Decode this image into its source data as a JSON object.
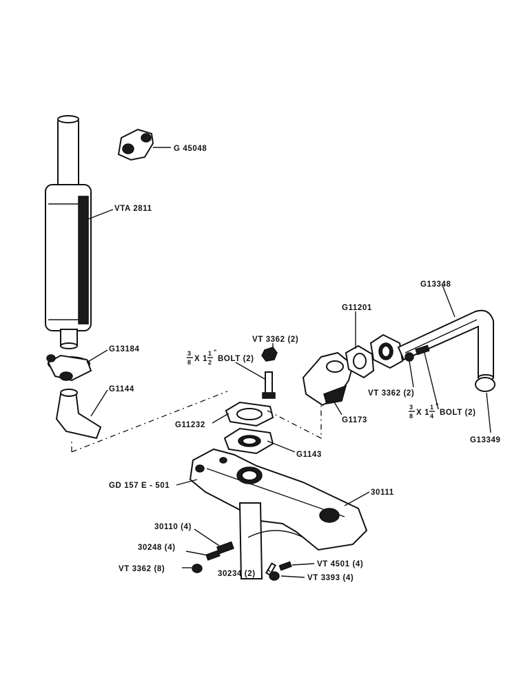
{
  "labels": {
    "g45048": "G 45048",
    "vta2811": "VTA 2811",
    "g13184": "G13184",
    "g1144": "G1144",
    "vt3362_top": "VT 3362 (2)",
    "bolt_half_prefix": "X 1",
    "bolt_half_suffix": "BOLT (2)",
    "g11232": "G11232",
    "g1143": "G1143",
    "g11201": "G11201",
    "g13348": "G13348",
    "g1173": "G1173",
    "vt3362_right": "VT 3362 (2)",
    "bolt_quarter_prefix": "X 1",
    "bolt_quarter_suffix": "BOLT (2)",
    "g13349": "G13349",
    "gd157": "GD 157 E - 501",
    "p30111": "30111",
    "p30110": "30110 (4)",
    "p30248": "30248 (4)",
    "vt3362_bottom": "VT 3362 (8)",
    "p30234": "30234 (2)",
    "vt4501": "VT 4501 (4)",
    "vt3393": "VT 3393 (4)",
    "frac_three": "3",
    "frac_eight": "8",
    "frac_one": "1",
    "frac_two": "2",
    "frac_four": "4",
    "inch": "\""
  }
}
